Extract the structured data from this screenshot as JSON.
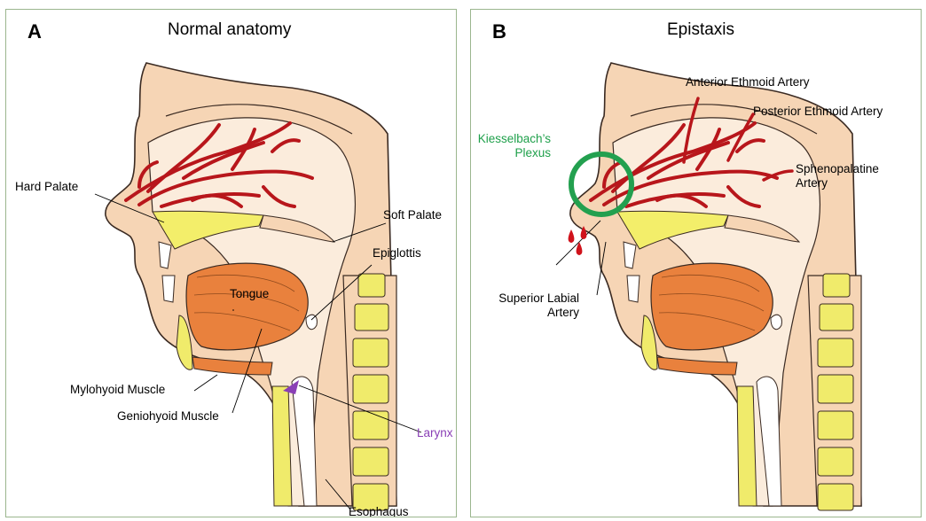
{
  "panel_a": {
    "letter": "A",
    "title": "Normal anatomy",
    "labels": {
      "hard_palate": "Hard Palate",
      "soft_palate": "Soft Palate",
      "epiglottis": "Epiglottis",
      "tongue": "Tongue",
      "mylohyoid": "Mylohyoid Muscle",
      "geniohyoid": "Geniohyoid Muscle",
      "larynx": "Larynx",
      "esophagus": "Esophagus"
    }
  },
  "panel_b": {
    "letter": "B",
    "title": "Epistaxis",
    "labels": {
      "kiesselbach_1": "Kiesselbach’s",
      "kiesselbach_2": "Plexus",
      "anterior_ethmoid": "Anterior Ethmoid Artery",
      "posterior_ethmoid": "Posterior Ethmoid Artery",
      "sphenopalatine_1": "Sphenopalatine",
      "sphenopalatine_2": "Artery",
      "superior_labial_1": "Superior Labial",
      "superior_labial_2": "Artery"
    }
  },
  "colors": {
    "skin": "#f6d5b5",
    "skin_outline": "#3a2a22",
    "artery": "#b8161b",
    "palate": "#f3ee6a",
    "tongue": "#e9813d",
    "vertebra": "#f0eb6b",
    "larynx": "#8a3fb6",
    "plexus_ring": "#23a04f",
    "blood": "#d0121b",
    "border": "#9bb68e"
  }
}
